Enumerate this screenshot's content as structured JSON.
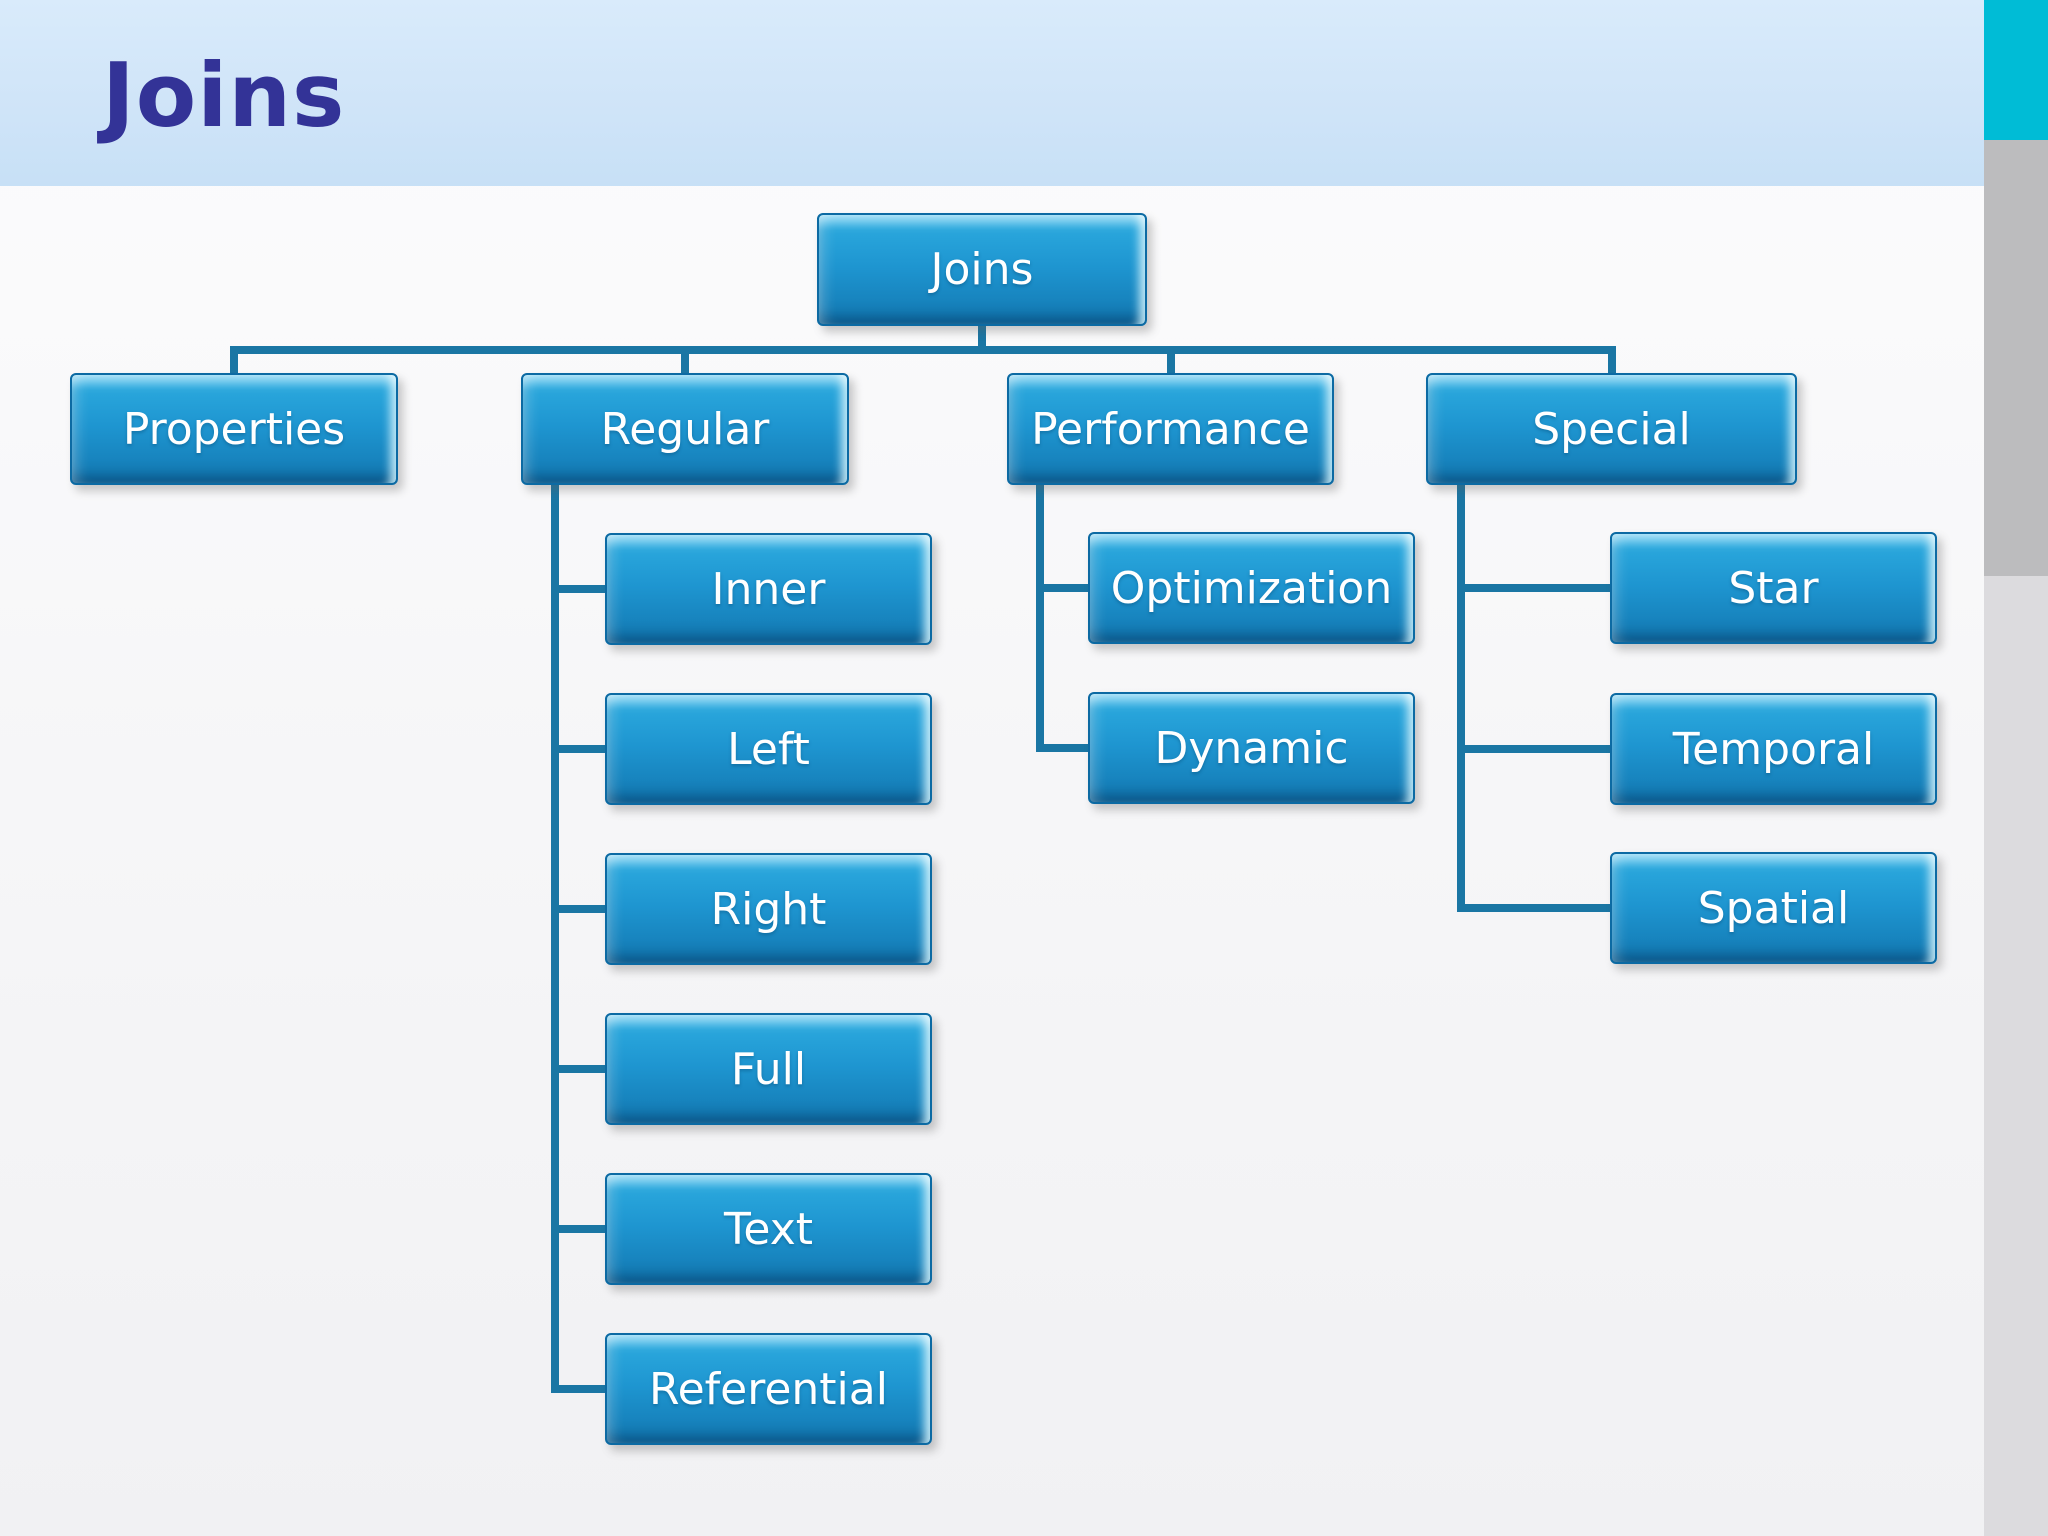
{
  "slide": {
    "title": "Joins",
    "colors": {
      "title_text": "#333397",
      "header_bg": "#cfe4f8",
      "accent_cyan": "#00bcd6",
      "side_gray_top": "#bcbcbe",
      "side_gray_bottom": "#dcdbde",
      "connector": "#1a76a4",
      "node_fill_top": "#4cc0ee",
      "node_fill_bottom": "#1174ae",
      "node_border": "#0c6aa3",
      "node_text": "#ffffff"
    }
  },
  "diagram": {
    "root": {
      "id": "joins",
      "label": "Joins"
    },
    "branches": [
      {
        "id": "properties",
        "label": "Properties",
        "children": []
      },
      {
        "id": "regular",
        "label": "Regular",
        "children": [
          {
            "id": "inner",
            "label": "Inner"
          },
          {
            "id": "left",
            "label": "Left"
          },
          {
            "id": "right",
            "label": "Right"
          },
          {
            "id": "full",
            "label": "Full"
          },
          {
            "id": "text",
            "label": "Text"
          },
          {
            "id": "referential",
            "label": "Referential"
          }
        ]
      },
      {
        "id": "performance",
        "label": "Performance",
        "children": [
          {
            "id": "optimization",
            "label": "Optimization"
          },
          {
            "id": "dynamic",
            "label": "Dynamic"
          }
        ]
      },
      {
        "id": "special",
        "label": "Special",
        "children": [
          {
            "id": "star",
            "label": "Star"
          },
          {
            "id": "temporal",
            "label": "Temporal"
          },
          {
            "id": "spatial",
            "label": "Spatial"
          }
        ]
      }
    ]
  }
}
